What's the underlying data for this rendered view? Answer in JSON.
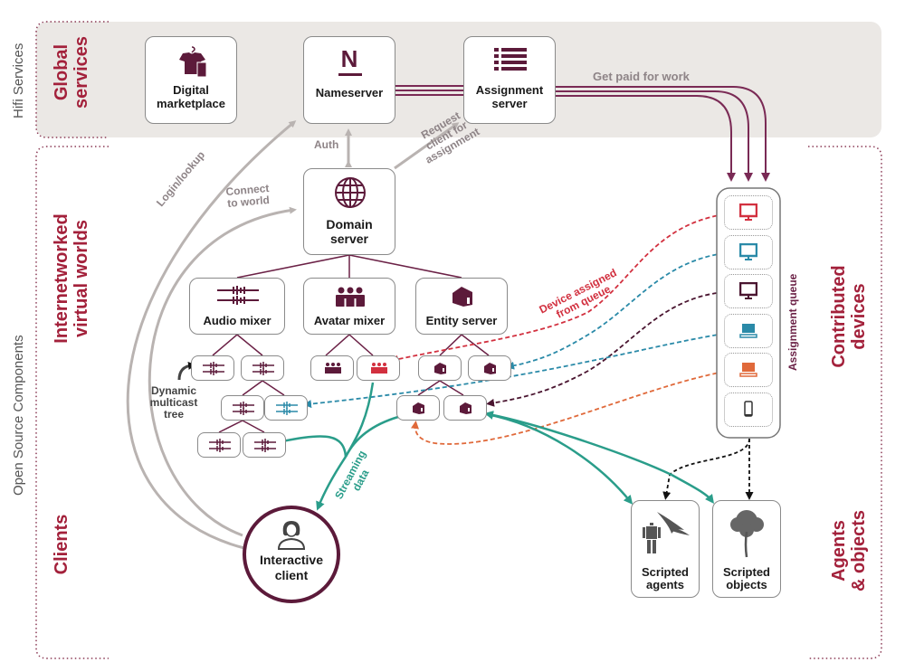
{
  "sections": {
    "hifi_services": "Hifi Services",
    "open_source_components": "Open Source Components",
    "global_services": [
      "Global",
      "services"
    ],
    "internetworked_virtual_worlds": [
      "Internetworked",
      "virtual worlds"
    ],
    "clients": "Clients",
    "contributed_devices": [
      "Contributed",
      "devices"
    ],
    "agents_objects": [
      "Agents",
      "& objects"
    ]
  },
  "nodes": {
    "digital_marketplace": [
      "Digital",
      "marketplace"
    ],
    "nameserver": "Nameserver",
    "assignment_server": [
      "Assignment",
      "server"
    ],
    "domain_server": [
      "Domain",
      "server"
    ],
    "audio_mixer": "Audio mixer",
    "avatar_mixer": "Avatar mixer",
    "entity_server": "Entity server",
    "interactive_client": [
      "Interactive",
      "client"
    ],
    "scripted_agents": [
      "Scripted",
      "agents"
    ],
    "scripted_objects": [
      "Scripted",
      "objects"
    ],
    "nameserver_glyph": "N"
  },
  "edge_labels": {
    "get_paid": "Get paid for work",
    "auth": "Auth",
    "request_client": [
      "Request",
      "client for",
      "assignment"
    ],
    "login_lookup": "Login/lookup",
    "connect_to_world": [
      "Connect",
      "to world"
    ],
    "device_assigned": [
      "Device assigned",
      "from queue"
    ],
    "dynamic_multicast_tree": [
      "Dynamic",
      "multicast",
      "tree"
    ],
    "streaming_data": [
      "Streaming",
      "data"
    ],
    "assignment_queue": "Assignment queue"
  },
  "queue_devices": [
    {
      "type": "desktop-icon",
      "color": "#d2303f"
    },
    {
      "type": "desktop-icon",
      "color": "#2a8aa8"
    },
    {
      "type": "desktop-icon",
      "color": "#4a1530"
    },
    {
      "type": "laptop-icon",
      "color": "#2a8aa8"
    },
    {
      "type": "laptop-icon",
      "color": "#e0693a"
    },
    {
      "type": "phone-icon",
      "color": "#333333"
    }
  ],
  "colors": {
    "brand_maroon": "#5c1a3a",
    "section_red": "#a3213b",
    "global_band": "#ebe8e5",
    "gray_arrow": "#b9b3b1",
    "teal_stream": "#2a9d8a",
    "red_dash": "#d2303f",
    "blue_dash": "#2a8aa8",
    "maroon_dash": "#4a1530",
    "orange_dash": "#e0693a"
  }
}
